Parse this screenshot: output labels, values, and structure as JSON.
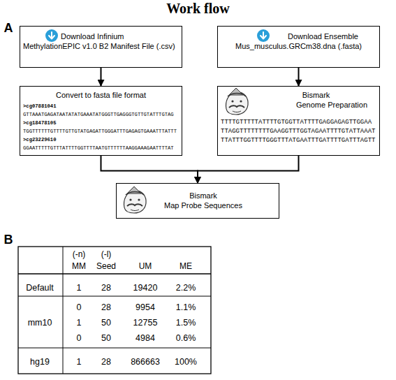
{
  "diagram": {
    "title": "Work flow",
    "nodes": [
      {
        "text": [
          "Download Infinium MethylationEPIC v1.0 B2 Manifest File (.csv)"
        ]
      },
      {
        "text": [
          "Download Ensemble Mus_musculus.GRCm38.dna (.fasta)"
        ]
      },
      {
        "text": [
          "Convert to fasta file format",
          ">cg07881041",
          "GTTAAATGAGATAATATATGAAATATGGGTTGAGGGTGTTGTATTTGTAG",
          ">cg18478105",
          "TGGTTTTTTGTTTTGTTGTATGAGATTGGGATTTGAGAGTGAAATTTATTT",
          ">cg23229610",
          "GGAATTTTTGTTTATTTTGGTTTTAATGTTTTTTAAGGAAAGAATTTTAT"
        ]
      },
      {
        "text": [
          "Bismark Genome Preparation",
          "TTTTGTTTTTATTTTGTGGTTATTTTGAGGAGAGTTGGAA",
          "TTAGGTTTTTTTTGAAGGTTTGGTAGAATTTTGTATTAAAT",
          "TTATTTGGTTTTGGGTTTATGAATTTGATTTTGATTTAGTT"
        ]
      },
      {
        "text": [
          "Bismark Map Probe Sequences"
        ]
      }
    ],
    "edges": [
      {
        "from": 0,
        "to": 2,
        "arrow": "to"
      },
      {
        "from": 1,
        "to": 3,
        "arrow": "to"
      },
      {
        "from": 2,
        "to": 4,
        "arrow": "to"
      },
      {
        "from": 3,
        "to": 4,
        "arrow": "to"
      }
    ],
    "labels": [
      "A",
      "B",
      "(-n)",
      "MM",
      "(-l)",
      "Seed",
      "UM",
      "ME",
      "Default",
      "1",
      "28",
      "19420",
      "2.2%",
      "mm10",
      "0",
      "28",
      "9954",
      "1.1%",
      "1",
      "50",
      "12755",
      "1.5%",
      "0",
      "50",
      "4984",
      "0.6%",
      "hg19",
      "1",
      "28",
      "866663",
      "100%"
    ]
  }
}
